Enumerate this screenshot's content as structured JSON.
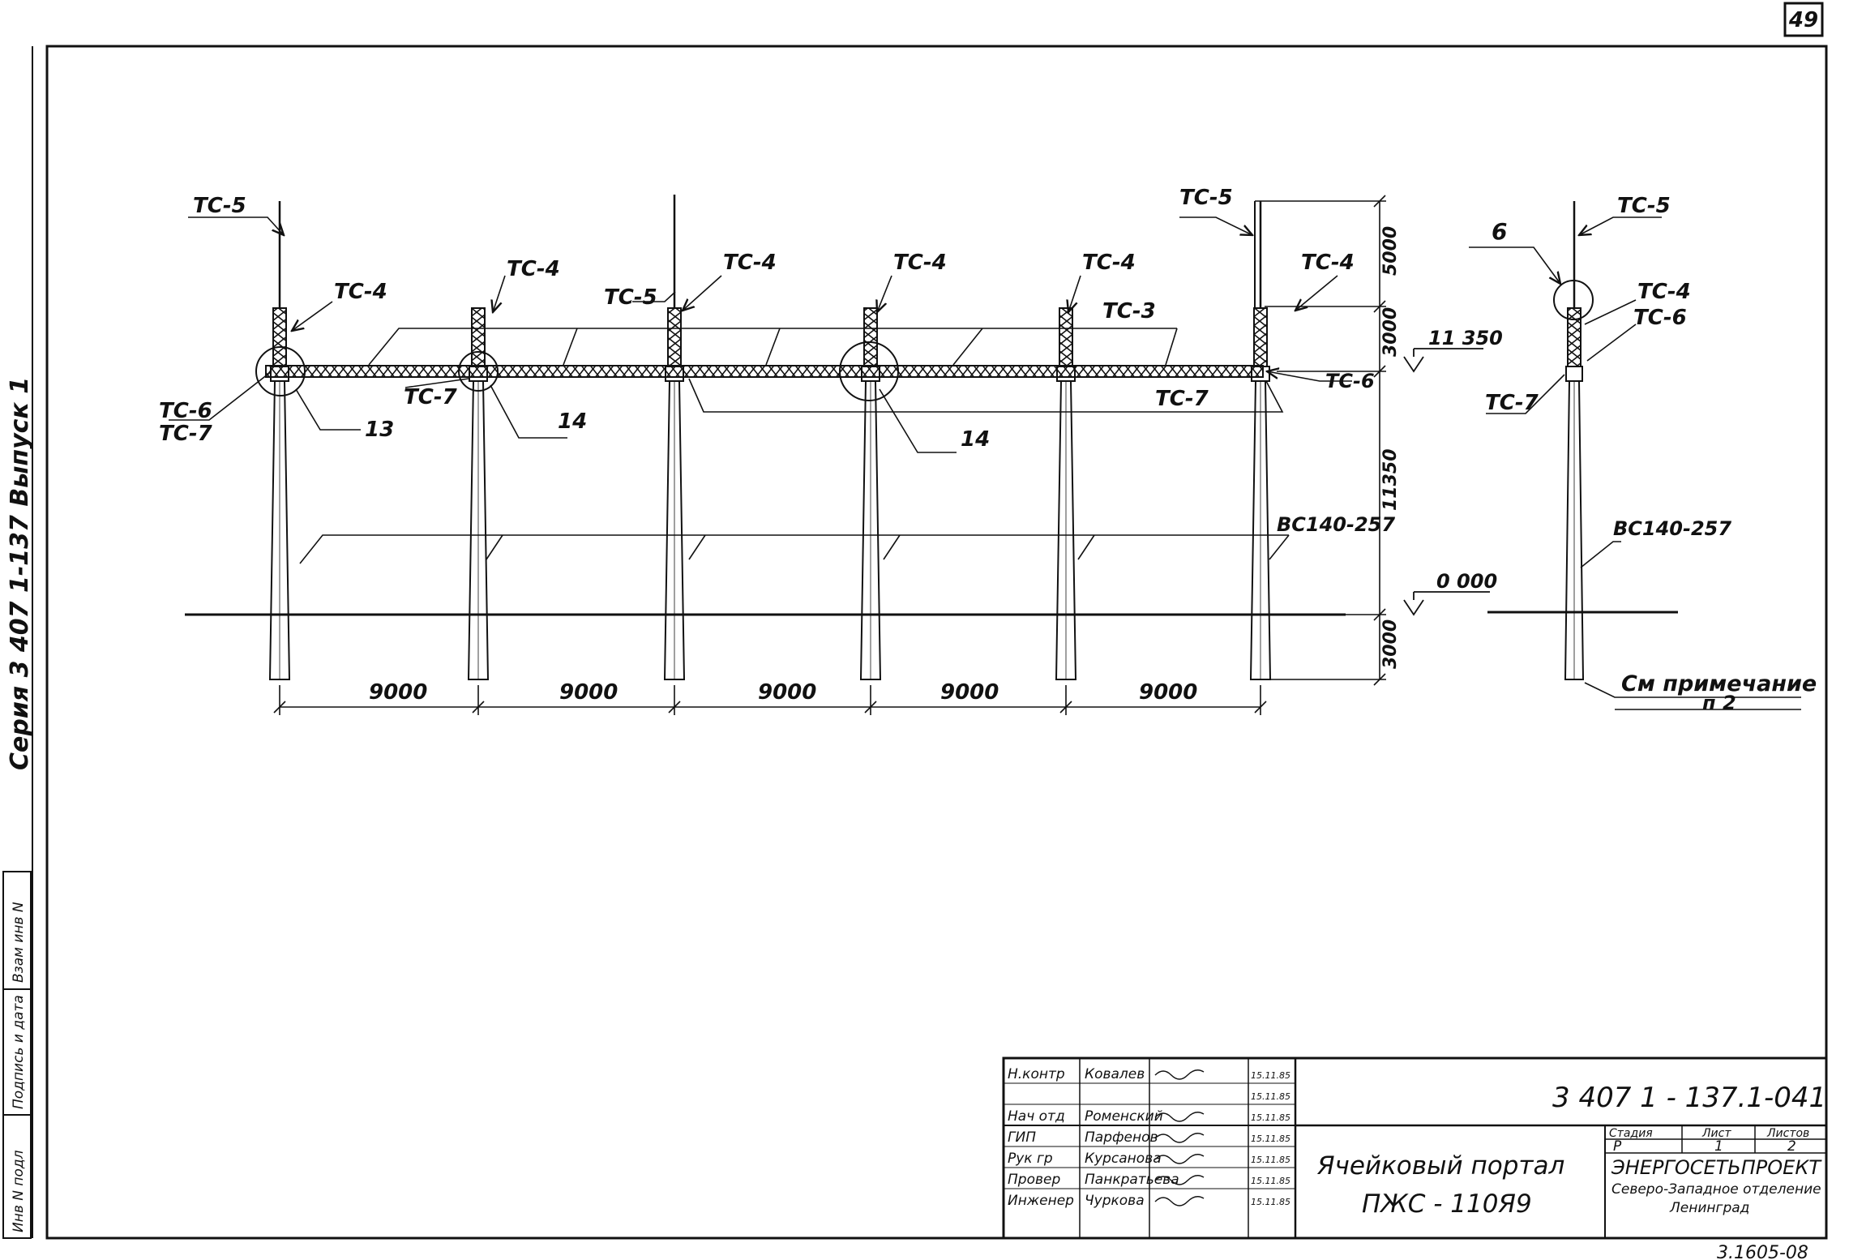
{
  "page_number": "49",
  "series_vertical": "Серия 3 407 1-137 Выпуск 1",
  "side_stamp": [
    "Инв N подл",
    "Подпись и дата",
    "Взам инв N"
  ],
  "labels": {
    "tc5": "ТС-5",
    "tc4": "ТС-4",
    "tc3": "ТС-3",
    "tc6": "ТС-6",
    "tc7": "ТС-7",
    "n13": "13",
    "n14": "14",
    "n6": "6",
    "bc": "ВС140-257",
    "elev_top": "11 350",
    "elev_zero": "0 000",
    "dim_5000": "5000",
    "dim_3000a": "3000",
    "dim_11350": "11350",
    "dim_3000b": "3000",
    "note1": "См примечание",
    "note2": "п 2"
  },
  "spans": [
    "9000",
    "9000",
    "9000",
    "9000",
    "9000"
  ],
  "title_block": {
    "rows": [
      {
        "role": "Н.контр",
        "name": "Ковалев",
        "date": "15.11.85"
      },
      {
        "role": "",
        "name": "",
        "date": "15.11.85"
      },
      {
        "role": "Нач отд",
        "name": "Роменский",
        "date": "15.11.85"
      },
      {
        "role": "ГИП",
        "name": "Парфенов",
        "date": "15.11.85"
      },
      {
        "role": "Рук гр",
        "name": "Курсанова",
        "date": "15.11.85"
      },
      {
        "role": "Провер",
        "name": "Панкратьева",
        "date": "15.11.85"
      },
      {
        "role": "Инженер",
        "name": "Чуркова",
        "date": "15.11.85"
      }
    ],
    "doc_code": "3 407 1 - 137.1-041",
    "title_line1": "Ячейковый портал",
    "title_line2": "ПЖС - 110Я9",
    "stage_hdr": "Стадия",
    "sheet_hdr": "Лист",
    "sheets_hdr": "Листов",
    "stage": "Р",
    "sheet": "1",
    "sheets": "2",
    "org1": "ЭНЕРГОСЕТЬПРОЕКТ",
    "org2": "Северо-Западное отделение",
    "org3": "Ленинград"
  },
  "bottom_code": "3.1605-08"
}
